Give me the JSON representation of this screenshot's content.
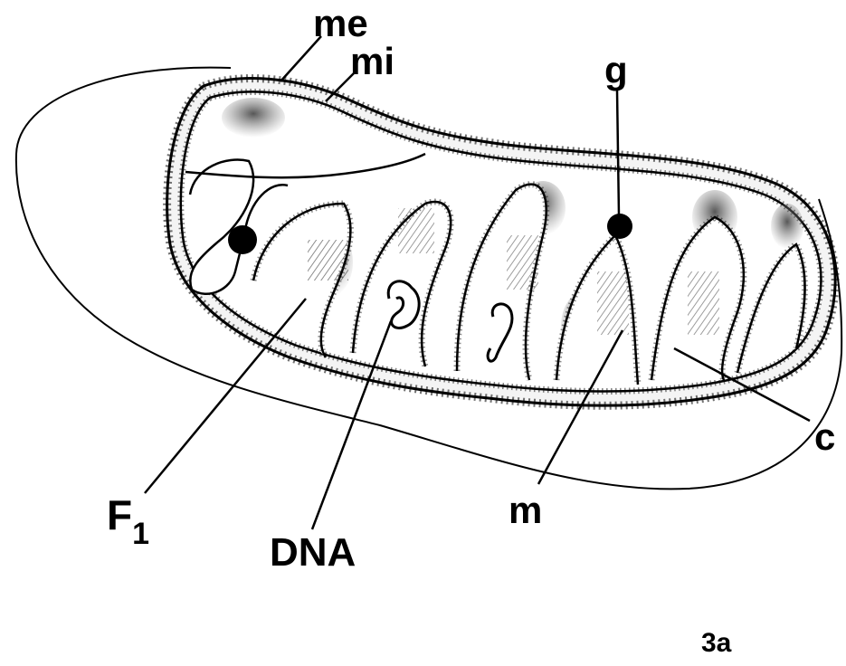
{
  "figure": {
    "labels": {
      "me": "me",
      "mi": "mi",
      "g": "g",
      "c": "c",
      "m": "m",
      "dna": "DNA",
      "f1_main": "F",
      "f1_sub": "1"
    },
    "panel_number": "3a"
  },
  "colors": {
    "ink": "#000000",
    "paper": "#ffffff",
    "shade": "#555555"
  }
}
